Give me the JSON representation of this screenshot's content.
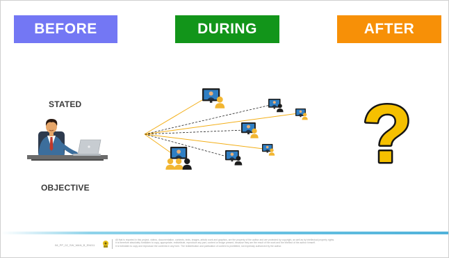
{
  "phases": {
    "before": {
      "label": "BEFORE",
      "color": "#7377f4"
    },
    "during": {
      "label": "DURING",
      "color": "#12951a"
    },
    "after": {
      "label": "AFTER",
      "color": "#f79007"
    }
  },
  "before": {
    "stated_label": "STATED",
    "objective_label": "OBJECTIVE"
  },
  "after": {
    "question_mark": "?",
    "question_color": "#f5c000"
  },
  "connection_colors": {
    "solid": "#f3ae16",
    "dashed": "#222222"
  },
  "footer": {
    "code": "IM_PP_02_SW_MAN_B_EN011",
    "notice_line1": "All that is reported in this project, videos, documentation, contents, texts, images, artistic work and graphics, are the property of the author and are protected by copyright, as well as by intellectual property rights.",
    "notice_line2": "It is therefore absolutely forbidden to copy, appropriate, redistribute, reproduce any part, content or image present, because they are the result of the work and the intellect of the author himself.",
    "notice_line3": "It is forbidden to copy and reproduce the contents in any form.   The redistribution and publication of content is prohibited, not expressly authorized by the author."
  }
}
